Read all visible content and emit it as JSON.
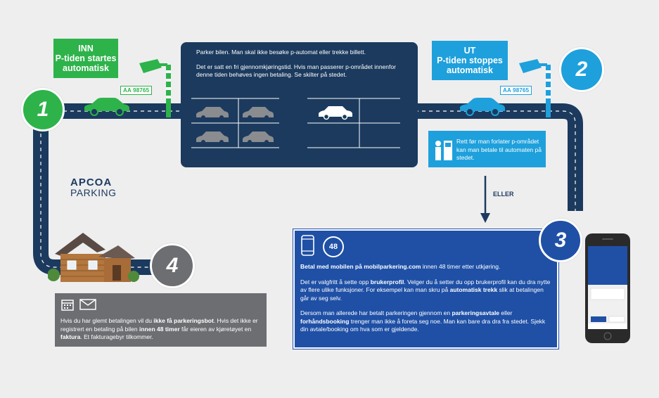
{
  "entry": {
    "line1": "INN",
    "line2": "P-tiden startes",
    "line3": "automatisk",
    "plate": "AA 98765",
    "color": "#2db34a"
  },
  "exit": {
    "line1": "UT",
    "line2": "P-tiden stoppes",
    "line3": "automatisk",
    "plate": "AA 98765",
    "color": "#1ea0dc"
  },
  "steps": [
    "1",
    "2",
    "3",
    "4"
  ],
  "parking": {
    "line1": "Parker bilen. Man skal ikke besøke p-automat eller trekke billett.",
    "line2": "Det er satt en fri gjennomkjøringstid. Hvis man passerer p-området innenfor denne tiden behøves ingen betaling. Se skilter på stedet."
  },
  "kiosk_text": "Rett før man forlater p-området kan man betale til automaten på stedet.",
  "or_label": "ELLER",
  "brand": {
    "line1": "APCOA",
    "line2": "PARKING"
  },
  "timer": "48",
  "mobile": {
    "p1_pre": "Betal med mobilen på mobilparkering.com",
    "p1_post": " innen 48 timer etter utkjøring.",
    "p2_a": "Det er valgfritt å sette opp ",
    "p2_b": "brukerprofil",
    "p2_c": ". Velger du å setter du opp brukerprofil kan du dra nytte av flere ulike funksjoner. For eksempel kan man skru på ",
    "p2_d": "automatisk trekk",
    "p2_e": " slik at betalingen går av seg selv.",
    "p3_a": "Dersom man allerede har betalt parkeringen gjennom en ",
    "p3_b": "parkeringsavtale",
    "p3_c": " eller ",
    "p3_d": "forhåndsbooking",
    "p3_e": " trenger man ikke å foreta seg noe. Man kan bare dra dra fra stedet. Sjekk din avtale/booking om hva som er gjeldende."
  },
  "reminder": {
    "a": "Hvis du har glemt betalingen vil du ",
    "b": "ikke få parkeringsbot",
    "c": ". Hvis det ikke er registrert en betaling på bilen ",
    "d": "innen 48 timer",
    "e": " får eieren av kjøretøyet en ",
    "f": "faktura",
    "g": ". Et fakturagebyr tilkommer."
  },
  "colors": {
    "navy": "#1b3a5e",
    "blue": "#1f50a6",
    "green": "#2db34a",
    "light_blue": "#1ea0dc",
    "grey": "#6d6e71"
  }
}
